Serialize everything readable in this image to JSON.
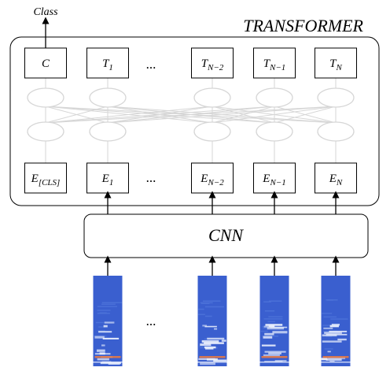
{
  "class_label": "Class",
  "transformer_label": "TRANSFORMER",
  "cnn_label": "CNN",
  "ellipsis": "...",
  "outputs": [
    {
      "base": "C",
      "sub": ""
    },
    {
      "base": "T",
      "sub": "1"
    },
    {
      "base": "T",
      "sub": "N−2"
    },
    {
      "base": "T",
      "sub": "N−1"
    },
    {
      "base": "T",
      "sub": "N"
    }
  ],
  "embeddings": [
    {
      "base": "E",
      "sub": "[CLS]"
    },
    {
      "base": "E",
      "sub": "1"
    },
    {
      "base": "E",
      "sub": "N−2"
    },
    {
      "base": "E",
      "sub": "N−1"
    },
    {
      "base": "E",
      "sub": "N"
    }
  ],
  "colors": {
    "spectrogram_bg": "#3a5fcf",
    "spectrogram_mid": "#4d72d8",
    "spectrogram_line": "#e8eefc",
    "spectrogram_hot": "#f07a3c",
    "network_node": "#d6d6d6"
  }
}
